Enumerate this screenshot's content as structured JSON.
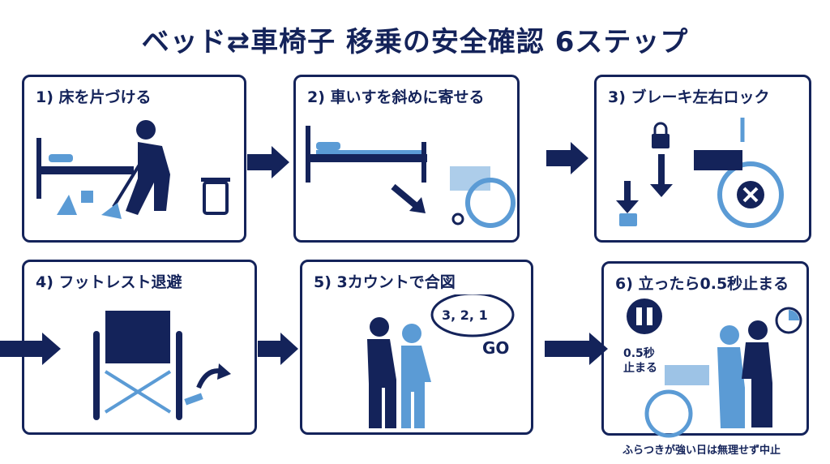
{
  "title": "ベッド⇄車椅子 移乗の安全確認 6ステップ",
  "steps": [
    {
      "label": "1) 床を片づける"
    },
    {
      "label": "2) 車いすを斜めに寄せる"
    },
    {
      "label": "3) ブレーキ左右ロック"
    },
    {
      "label": "4) フットレスト退避"
    },
    {
      "label": "5) 3カウントで合図",
      "speech": "3, 2, 1",
      "go": "GO"
    },
    {
      "label": "6) 立ったら0.5秒止まる",
      "note_line1": "0.5秒",
      "note_line2": "止まる"
    }
  ],
  "caption": "ふらつきが強い日は無理せず中止",
  "colors": {
    "navy": "#14235a",
    "blue": "#5b9bd5"
  }
}
